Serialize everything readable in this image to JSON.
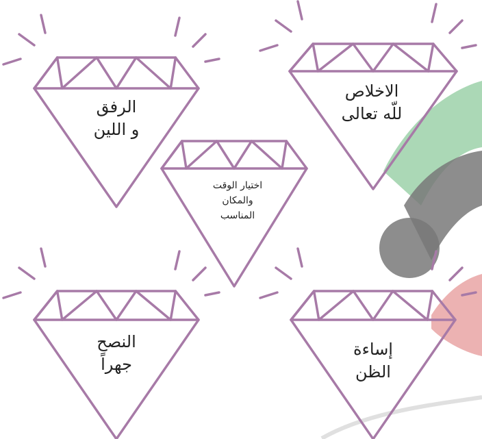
{
  "colors": {
    "stroke": "#a77aa7",
    "watermark_green": "#8bc99a",
    "watermark_dark": "#6a6a6a",
    "watermark_red": "#e59a9a",
    "watermark_light": "#dddddd",
    "text": "#222222"
  },
  "diamonds": [
    {
      "id": "top-left",
      "lines": [
        "الرفق",
        "و اللين"
      ]
    },
    {
      "id": "top-right",
      "lines": [
        "الاخلاص",
        "للّه تعالى"
      ]
    },
    {
      "id": "center",
      "lines": [
        "اختيار الوقت",
        "والمكان",
        "المناسب"
      ]
    },
    {
      "id": "bottom-left",
      "lines": [
        "النصح",
        "جهراً"
      ]
    },
    {
      "id": "bottom-right",
      "lines": [
        "إساءة",
        "الظن"
      ]
    }
  ]
}
